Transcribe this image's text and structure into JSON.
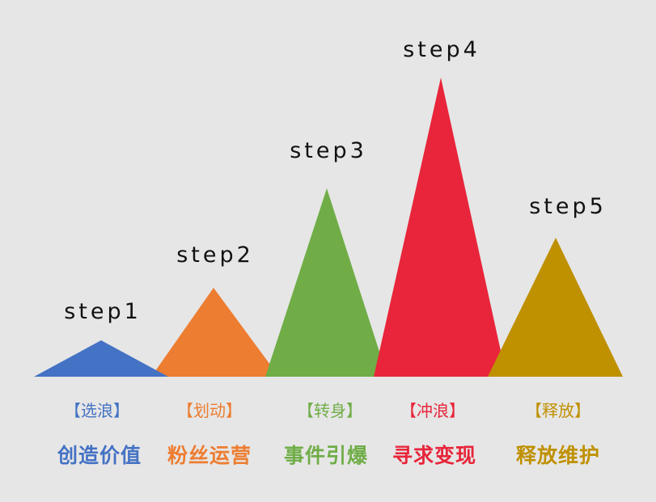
{
  "steps": [
    {
      "label": "step1",
      "tag": "【选浪】",
      "title": "创造价值",
      "color": "#4472c4"
    },
    {
      "label": "step2",
      "tag": "【划动】",
      "title": "粉丝运营",
      "color": "#ed7d31"
    },
    {
      "label": "step3",
      "tag": "【转身】",
      "title": "事件引爆",
      "color": "#70ad47"
    },
    {
      "label": "step4",
      "tag": "【冲浪】",
      "title": "寻求变现",
      "color": "#e8253a"
    },
    {
      "label": "step5",
      "tag": "【释放】",
      "title": "释放维护",
      "color": "#bf9000"
    }
  ]
}
